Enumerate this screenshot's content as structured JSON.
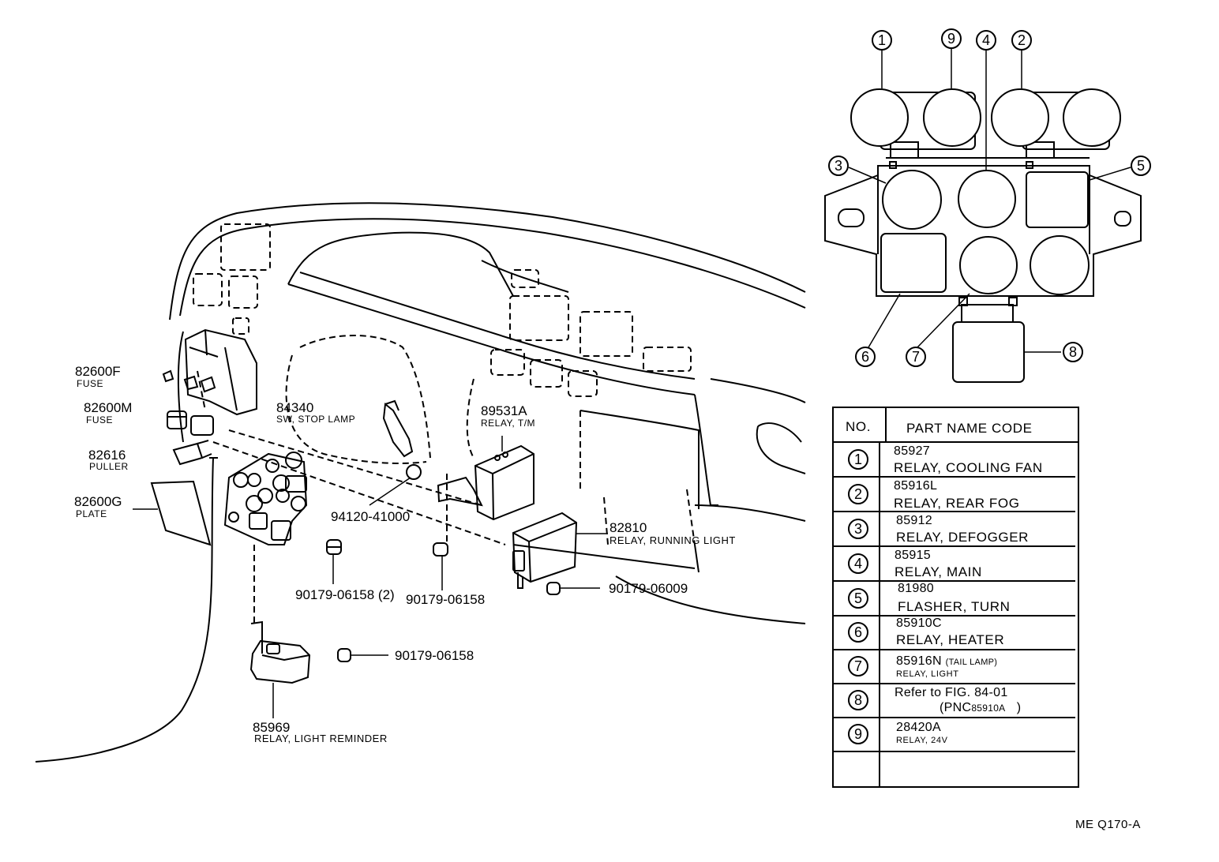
{
  "diagram_id": "ME Q170-A",
  "callouts": {
    "fuse_f": {
      "code": "82600F",
      "name": "FUSE"
    },
    "fuse_m": {
      "code": "82600M",
      "name": "FUSE"
    },
    "puller": {
      "code": "82616",
      "name": "PULLER"
    },
    "plate": {
      "code": "82600G",
      "name": "PLATE"
    },
    "stop_lamp_sw": {
      "code": "84340",
      "name": "SW, STOP LAMP"
    },
    "relay_tm": {
      "code": "89531A",
      "name": "RELAY, T/M"
    },
    "nut_94120": {
      "code": "94120-41000"
    },
    "relay_running_light": {
      "code": "82810",
      "name": "RELAY, RUNNING LIGHT"
    },
    "bolt_2": {
      "code": "90179-06158 (2)"
    },
    "bolt_1": {
      "code": "90179-06158"
    },
    "bolt_06009": {
      "code": "90179-06009"
    },
    "bolt_lower": {
      "code": "90179-06158"
    },
    "relay_light_reminder": {
      "code": "85969",
      "name": "RELAY, LIGHT REMINDER"
    }
  },
  "block_labels": [
    "1",
    "9",
    "4",
    "2",
    "3",
    "5",
    "6",
    "7",
    "8"
  ],
  "table": {
    "header_no": "NO.",
    "header_name": "PART NAME CODE",
    "rows": [
      {
        "no": "1",
        "code": "85927",
        "name": "RELAY, COOLING FAN"
      },
      {
        "no": "2",
        "code": "85916L",
        "name": "RELAY, REAR FOG"
      },
      {
        "no": "3",
        "code": "85912",
        "name": "RELAY, DEFOGGER"
      },
      {
        "no": "4",
        "code": "85915",
        "name": "RELAY, MAIN"
      },
      {
        "no": "5",
        "code": "81980",
        "name": "FLASHER, TURN"
      },
      {
        "no": "6",
        "code": "85910C",
        "name": "RELAY, HEATER"
      },
      {
        "no": "7",
        "code": "85916N",
        "code_note": "(TAIL LAMP)",
        "name": "RELAY, LIGHT"
      },
      {
        "no": "8",
        "code": "Refer to FIG. 84-01",
        "name_prefix": "(PNC",
        "name_code": "85910A",
        "name_suffix": ")"
      },
      {
        "no": "9",
        "code": "28420A",
        "name": "RELAY, 24V"
      }
    ]
  }
}
